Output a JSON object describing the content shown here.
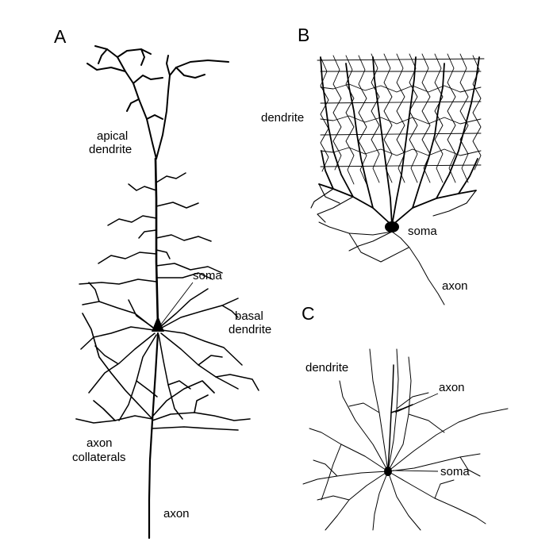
{
  "panels": {
    "a": {
      "letter": "A",
      "labels": {
        "apical_line1": "apical",
        "apical_line2": "dendrite",
        "soma": "soma",
        "basal_line1": "basal",
        "basal_line2": "dendrite",
        "collaterals_line1": "axon",
        "collaterals_line2": "collaterals",
        "axon": "axon"
      }
    },
    "b": {
      "letter": "B",
      "labels": {
        "dendrite": "dendrite",
        "soma": "soma",
        "axon": "axon"
      }
    },
    "c": {
      "letter": "C",
      "labels": {
        "dendrite": "dendrite",
        "axon": "axon",
        "soma": "soma"
      }
    }
  },
  "colors": {
    "ink": "#000000",
    "background": "#ffffff"
  }
}
